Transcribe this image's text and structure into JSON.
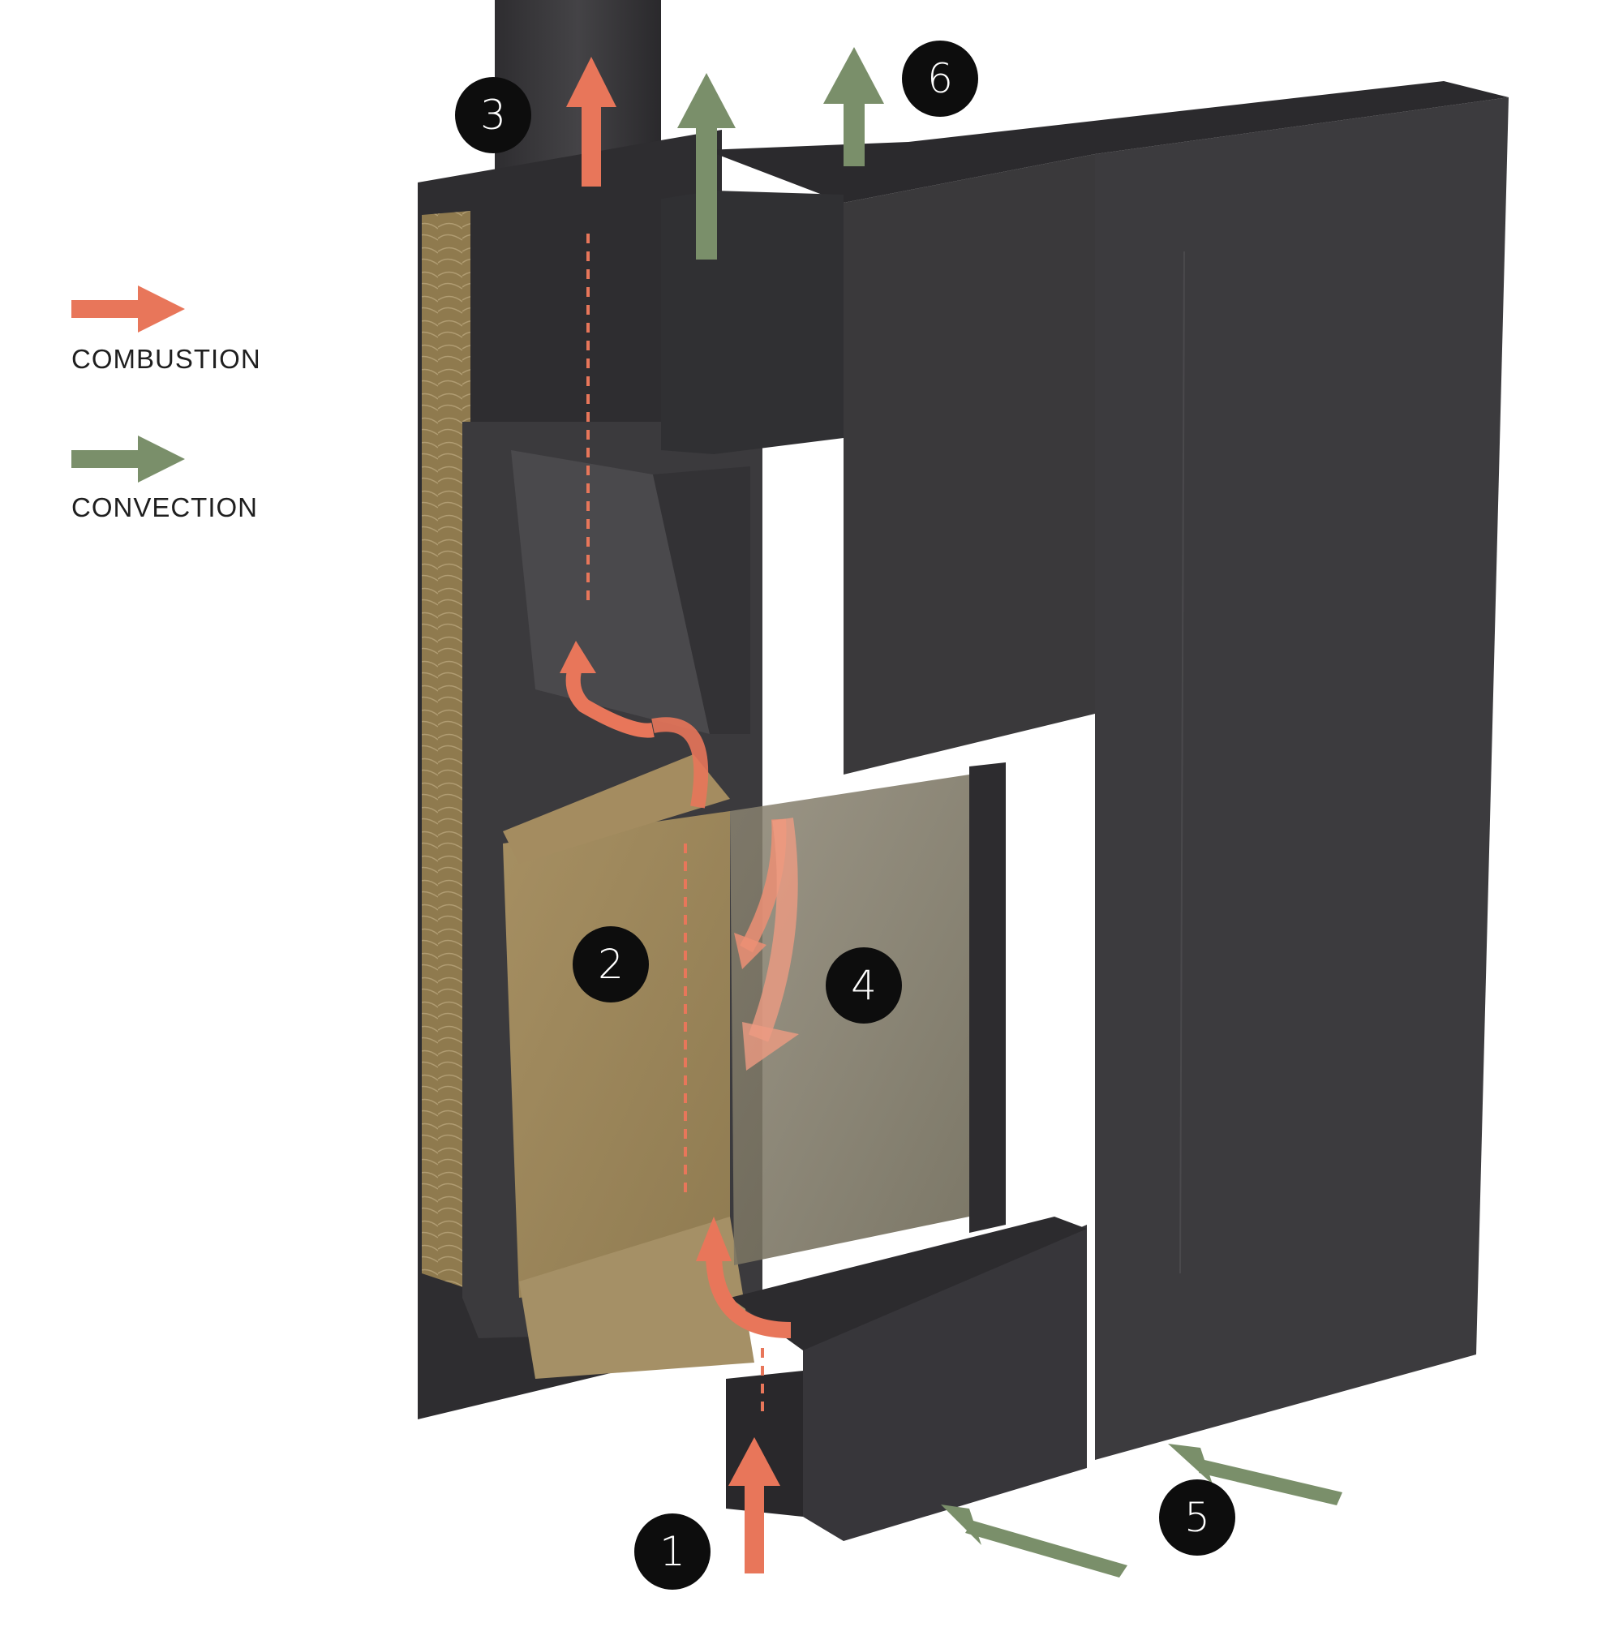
{
  "legend": {
    "combustion": {
      "label": "COMBUSTION",
      "color": "#e8765a",
      "icon": "arrow-right-icon"
    },
    "convection": {
      "label": "CONVECTION",
      "color": "#7a8f6a",
      "icon": "arrow-right-icon"
    }
  },
  "markers": [
    {
      "id": "marker-1",
      "number": "1"
    },
    {
      "id": "marker-2",
      "number": "2"
    },
    {
      "id": "marker-3",
      "number": "3"
    },
    {
      "id": "marker-4",
      "number": "4"
    },
    {
      "id": "marker-5",
      "number": "5"
    },
    {
      "id": "marker-6",
      "number": "6"
    }
  ],
  "colors": {
    "casing": "#3a393b",
    "casing_dark": "#2a292b",
    "insulation": "#9a8255",
    "firebrick": "#a08a5e",
    "glass": "#7a7460",
    "combustion": "#e8765a",
    "convection": "#7a8f6a"
  }
}
